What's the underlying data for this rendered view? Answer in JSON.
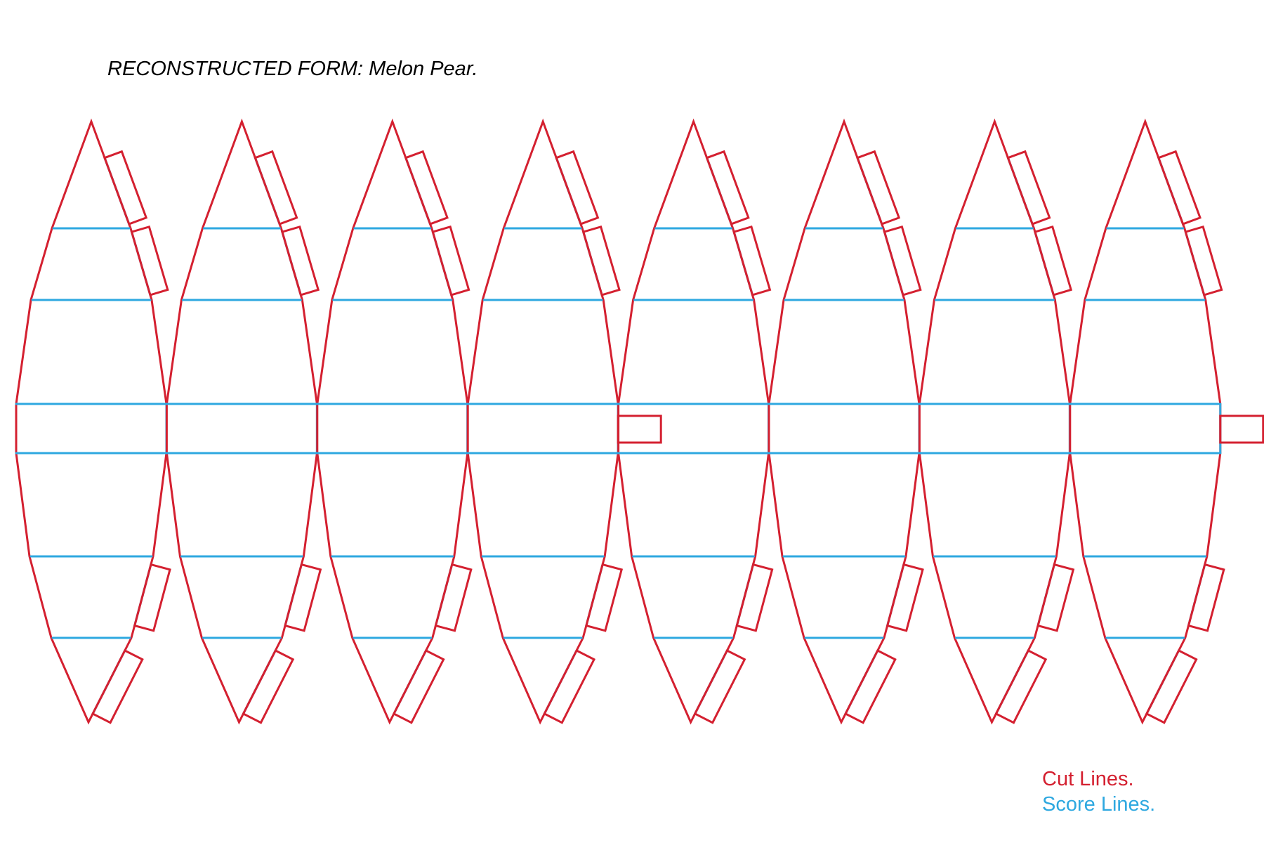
{
  "title": {
    "lead": "RECONSTRUCTED FORM:",
    "rest": "Melon Pear."
  },
  "legend": {
    "cut_label": "Cut Lines.",
    "score_label": "Score Lines."
  },
  "colors": {
    "cut": "#d42030",
    "score": "#2ea8e0",
    "text": "#000000",
    "background": "#ffffff"
  },
  "pattern": {
    "gore_count": 8
  }
}
